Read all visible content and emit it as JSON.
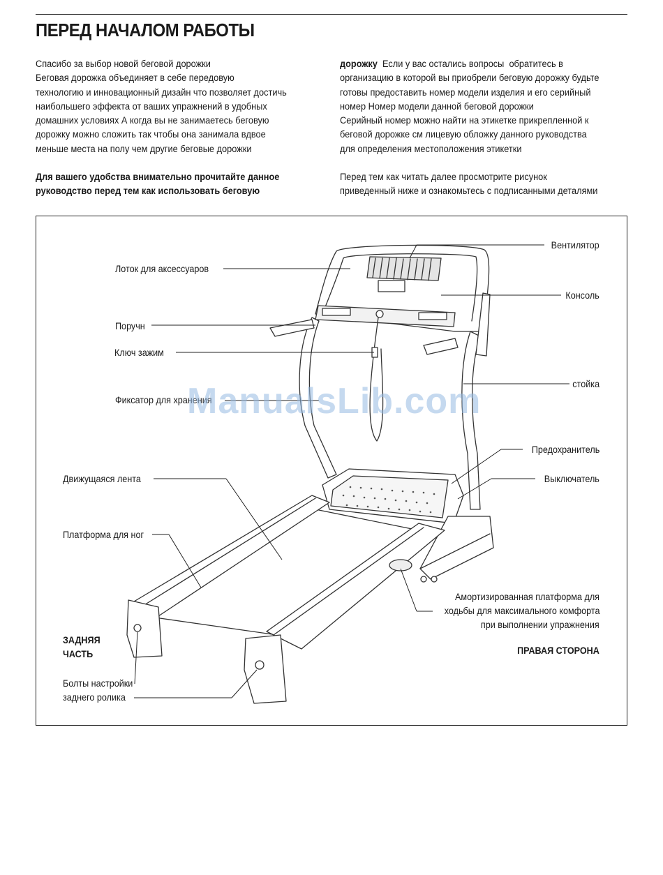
{
  "page_title": "ПЕРЕД НАЧАЛОМ РАБОТЫ",
  "left_column": {
    "lines": [
      "Спасибо за выбор новой беговой дорожки",
      "Беговая дорожка            объединяет в себе передовую",
      "технологию и инновационный дизайн  что позволяет достичь",
      "наибольшего эффекта от ваших упражнений в удобных",
      "домашних условиях  А когда вы не занимаетесь  беговую",
      "дорожку            можно сложить так  чтобы она занимала вдвое",
      "меньше места на полу  чем другие беговые дорожки"
    ],
    "bold_lines": [
      "Для вашего удобства внимательно прочитайте данное",
      "руководство перед тем  как использовать беговую"
    ]
  },
  "right_column": {
    "first_line_bold": "дорожку",
    "first_line_rest": "  Если у вас остались вопросы  обратитесь в",
    "lines": [
      "организацию  в которой вы приобрели беговую дорожку  будьте",
      "готовы предоставить номер модели изделия и его серийный",
      "номер  Номер модели данной беговой дорожки",
      "Серийный номер можно найти на этикетке  прикрепленной к",
      "беговой дорожке  см  лицевую обложку данного руководства",
      "для определения местоположения этикетки"
    ],
    "lines2": [
      "Перед тем  как читать далее  просмотрите рисунок",
      "приведенный ниже  и ознакомьтесь с подписанными деталями"
    ]
  },
  "diagram": {
    "labels": {
      "fan": "Вентилятор",
      "accessory_tray": "Лоток для аксессуаров",
      "console": "Консоль",
      "handrail": "Поручн",
      "key_clip": "Ключ зажим",
      "upright": "стойка",
      "storage_lock": "Фиксатор для хранения",
      "circuit_breaker": "Предохранитель",
      "power_switch": "Выключатель",
      "walking_belt": "Движущаяся лента",
      "foot_rail": "Платформа для ног",
      "cushion_line1": "Амортизированная платформа для",
      "cushion_line2": "ходьбы для максимального комфорта",
      "cushion_line3": "при выполнении упражнения",
      "rear_line1": "ЗАДНЯЯ",
      "rear_line2": "ЧАСТЬ",
      "right_side": "ПРАВАЯ СТОРОНА",
      "roller_bolts_line1": "Болты настройки",
      "roller_bolts_line2": "заднего ролика"
    }
  },
  "watermark": "ManualsLib.com"
}
